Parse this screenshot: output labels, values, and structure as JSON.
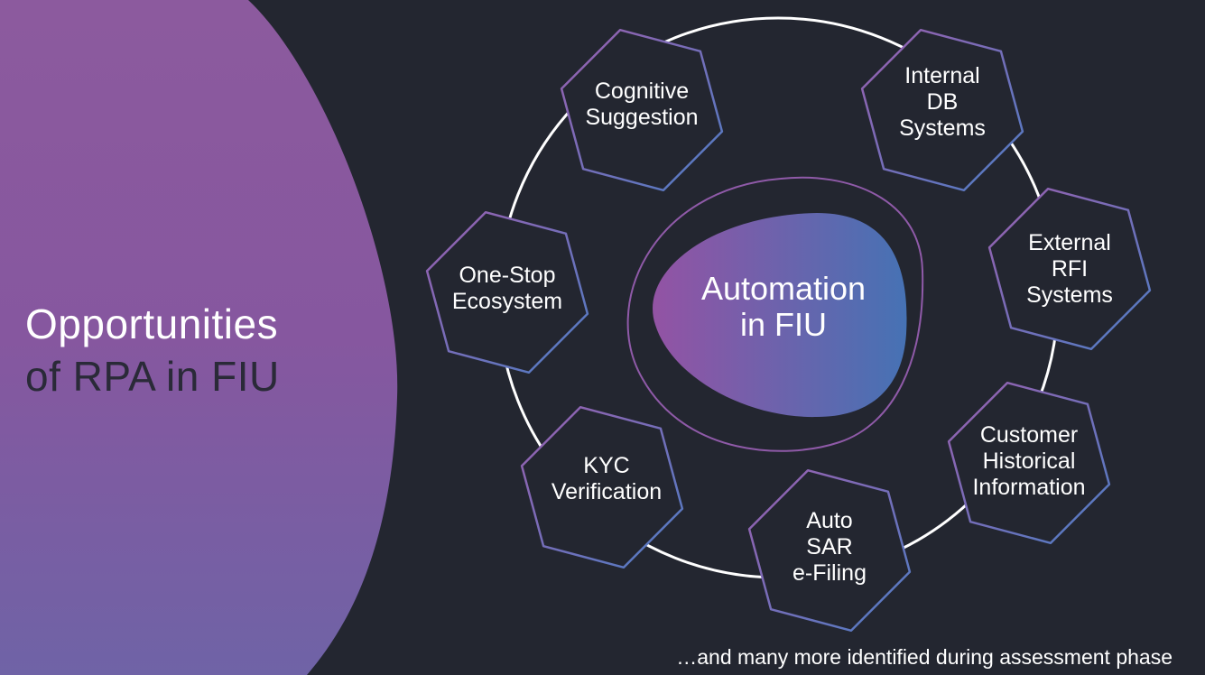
{
  "title": {
    "line1": "Opportunities",
    "line2": "of RPA in FIU"
  },
  "center": {
    "line1": "Automation",
    "line2": "in FIU"
  },
  "nodes": [
    {
      "lines": [
        "Cognitive",
        "Suggestion"
      ]
    },
    {
      "lines": [
        "Internal",
        "DB",
        "Systems"
      ]
    },
    {
      "lines": [
        "External",
        "RFI",
        "Systems"
      ]
    },
    {
      "lines": [
        "Customer",
        "Historical",
        "Information"
      ]
    },
    {
      "lines": [
        "Auto",
        "SAR",
        "e-Filing"
      ]
    },
    {
      "lines": [
        "KYC",
        "Verification"
      ]
    },
    {
      "lines": [
        "One-Stop",
        "Ecosystem"
      ]
    }
  ],
  "footnote": "…and many more identified during assessment phase",
  "colors": {
    "background": "#232630",
    "blob_purple": "#8a5aa0",
    "blob_blue": "#6a66a8",
    "center_purple": "#8f56a6",
    "center_blue": "#4a73b5",
    "ring": "#ffffff"
  }
}
